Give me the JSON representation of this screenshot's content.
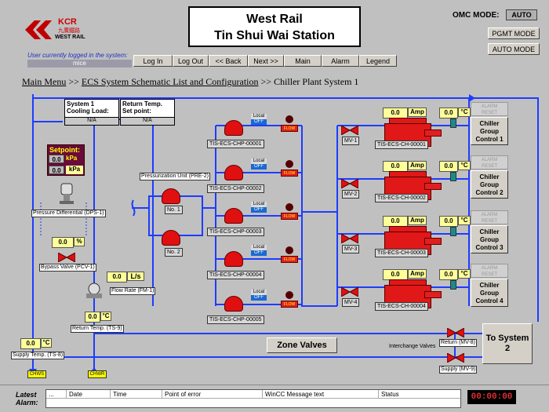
{
  "header": {
    "logo_text": "KCR",
    "logo_sub": "九廣鐵路",
    "logo_sub2": "WEST RAIL",
    "title1": "West Rail",
    "title2": "Tin Shui Wai Station",
    "omc_label": "OMC MODE:",
    "omc_value": "AUTO",
    "pgmt": "PGMT MODE",
    "auto_mode": "AUTO MODE"
  },
  "login": {
    "label": "User currently logged in the system:",
    "user": "mice"
  },
  "nav": [
    "Log In",
    "Log Out",
    "<< Back",
    "Next >>",
    "Main",
    "Alarm",
    "Legend"
  ],
  "breadcrumb": {
    "main": "Main Menu",
    "sep1": ">>",
    "ecs": "ECS System Schematic List and Configuration",
    "sep2": ">>",
    "current": "Chiller Plant System 1"
  },
  "info": {
    "sys_label": "System 1 Cooling Load:",
    "sys_value": "N/A",
    "ret_label": "Return Temp. Set point:",
    "ret_value": "N/A"
  },
  "setpoint": {
    "title": "Setpoint:",
    "v1": "0.0",
    "u1": "kPa",
    "v2": "0.0",
    "u2": "kPa"
  },
  "dps": "Pressure Differential (DPS-1)",
  "bypass": {
    "value": "0.0",
    "unit": "%",
    "label": "Bypass Valve (PCV-1)"
  },
  "flow": {
    "value": "0.0",
    "unit": "L/s",
    "label": "Flow Rate (FM-1)"
  },
  "ts9": {
    "value": "0.0",
    "unit": "°C",
    "label": "Return Temp. (TS-9)"
  },
  "ts8": {
    "value": "0.0",
    "unit": "°C",
    "label": "Supply Temp. (TS-8)"
  },
  "chws": "CHWS",
  "chwr": "CHWR",
  "pre2": {
    "label": "Pressurization Unit (PRE-2)",
    "p1": "No. 1",
    "p2": "No. 2"
  },
  "pumps": [
    {
      "tag": "TIS-ECS-CHP-00001",
      "local": "Local",
      "off": "OFF",
      "flow": "FLOW"
    },
    {
      "tag": "TIS-ECS-CHP-00002",
      "local": "Local",
      "off": "OFF",
      "flow": "FLOW"
    },
    {
      "tag": "TIS-ECS-CHP-00003",
      "local": "Local",
      "off": "OFF",
      "flow": "FLOW"
    },
    {
      "tag": "TIS-ECS-CHP-00004",
      "local": "Local",
      "off": "OFF",
      "flow": "FLOW"
    },
    {
      "tag": "TIS-ECS-CHP-00005",
      "local": "Local",
      "off": "OFF",
      "flow": "FLOW"
    }
  ],
  "mv": [
    "MV-1",
    "MV-2",
    "MV-3",
    "MV-4"
  ],
  "chillers": [
    {
      "tag": "TIS-ECS-CH-00001",
      "amp": "0.0",
      "amp_u": "Amp",
      "temp": "0.0",
      "temp_u": "°C",
      "alarm1": "ALARM",
      "alarm2": "RESET",
      "group": "Chiller Group Control 1"
    },
    {
      "tag": "TIS-ECS-CH-00002",
      "amp": "0.0",
      "amp_u": "Amp",
      "temp": "0.0",
      "temp_u": "°C",
      "alarm1": "ALARM",
      "alarm2": "RESET",
      "group": "Chiller Group Control 2"
    },
    {
      "tag": "TIS-ECS-CH-00003",
      "amp": "0.0",
      "amp_u": "Amp",
      "temp": "0.0",
      "temp_u": "°C",
      "alarm1": "ALARM",
      "alarm2": "RESET",
      "group": "Chiller Group Control 3"
    },
    {
      "tag": "TIS-ECS-CH-00004",
      "amp": "0.0",
      "amp_u": "Amp",
      "temp": "0.0",
      "temp_u": "°C",
      "alarm1": "ALARM",
      "alarm2": "RESET",
      "group": "Chiller Group Control 4"
    }
  ],
  "zone": "Zone Valves",
  "interchange": "Interchange Valves",
  "mv8": "Return (MV-8)",
  "mv9": "Supply (MV-9)",
  "to_sys2": "To System 2",
  "alarmbar": {
    "label1": "Latest",
    "label2": "Alarm:",
    "cols": [
      "...",
      "Date",
      "Time",
      "Point of error",
      "WinCC Message text",
      "Status"
    ],
    "clock": "00:00:00"
  },
  "colors": {
    "pipe": "#1e3cff",
    "equip": "#e01010",
    "panel": "#c0c0c0"
  }
}
